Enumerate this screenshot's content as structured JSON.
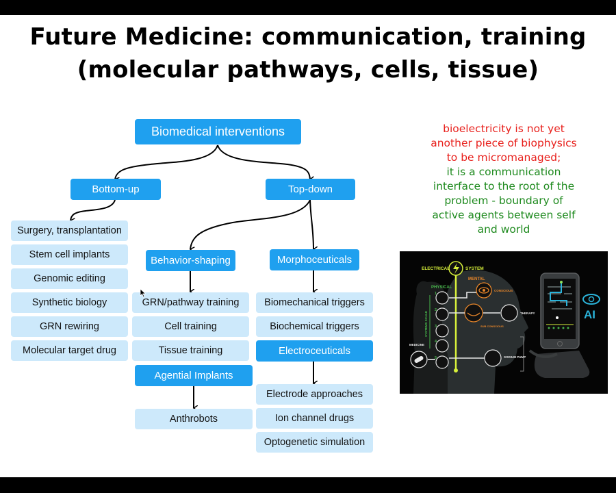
{
  "slide": {
    "title_line1": "Future Medicine: communication, training",
    "title_line2": "(molecular pathways, cells, tissue)"
  },
  "diagram": {
    "root": "Biomedical interventions",
    "branches": {
      "bottom_up": {
        "label": "Bottom-up",
        "items": [
          "Surgery, transplantation",
          "Stem cell implants",
          "Genomic editing",
          "Synthetic biology",
          "GRN rewiring",
          "Molecular target drug"
        ]
      },
      "top_down": {
        "label": "Top-down",
        "behavior_shaping": {
          "label": "Behavior-shaping",
          "items": [
            "GRN/pathway training",
            "Cell training",
            "Tissue training"
          ],
          "agential_implants": {
            "label": "Agential Implants",
            "items": [
              "Anthrobots"
            ]
          }
        },
        "morphoceuticals": {
          "label": "Morphoceuticals",
          "items": [
            "Biomechanical triggers",
            "Biochemical triggers"
          ],
          "electroceuticals": {
            "label": "Electroceuticals",
            "items": [
              "Electrode approaches",
              "Ion channel drugs",
              "Optogenetic simulation"
            ]
          }
        }
      }
    },
    "colors": {
      "primary_node": "#1fa0ef",
      "secondary_node": "#cde9fb"
    }
  },
  "quote": {
    "red_lines": [
      "bioelectricity is not yet",
      "another piece of biophysics",
      "to be micromanaged;"
    ],
    "green_lines": [
      "it is a communication",
      "interface to the root of the",
      "problem - boundary of",
      "active agents between self",
      "and world"
    ],
    "colors": {
      "red": "#e8201c",
      "green": "#1e8a1e"
    }
  },
  "illustration": {
    "header_left": "ELECTRICAL",
    "header_right": "SYSTEM",
    "label_physical": "PHYSICAL",
    "label_mental": "MENTAL",
    "label_conscious": "CONSCIOUS",
    "label_subconscious": "SUB CONSCIOUS",
    "label_therapy": "THERAPY",
    "label_medicine": "MEDICINE",
    "label_sodium_pump": "SODIUM PUMP",
    "label_systems_scale": "SYSTEMS SCALE",
    "scale_numbers": [
      "1",
      "2",
      "3",
      "4",
      "5"
    ],
    "ai_label": "AI",
    "colors": {
      "electric": "#d7f03a",
      "mental": "#e8862a",
      "physical": "#47b34a",
      "ai": "#2bb3d9"
    }
  }
}
